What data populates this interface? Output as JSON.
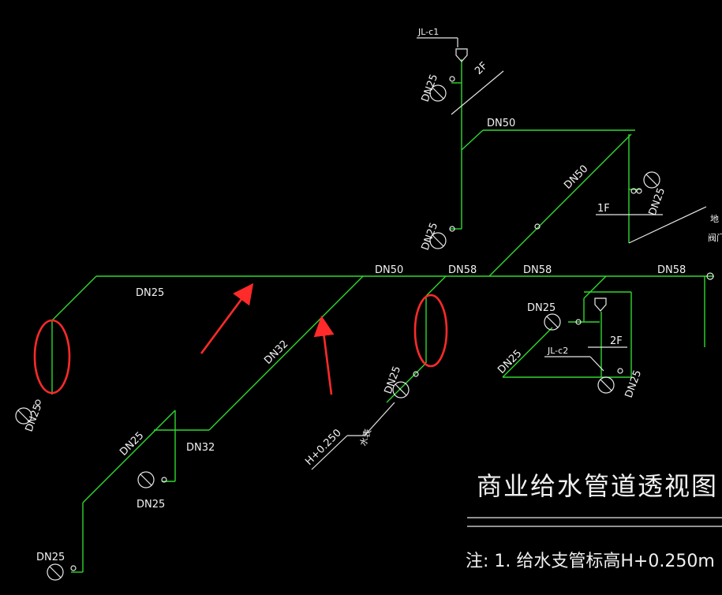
{
  "title": "商业给水管道透视图",
  "note": "注: 1. 给水支管标高H+0.250m",
  "risers": [
    "JL-c1",
    "JL-c2"
  ],
  "floors": [
    "2F",
    "1F",
    "2F"
  ],
  "elevation": "H+0.250",
  "elevation_tag": "水表",
  "pipe_labels": {
    "dn50_top": "DN50",
    "dn50_diag": "DN50",
    "dn25_main": "DN25",
    "dn50_main": "DN50",
    "dn58_a": "DN58",
    "dn58_b": "DN58",
    "dn58_c": "DN58",
    "dn32_diag": "DN32",
    "dn32_h": "DN32",
    "dn25_left_diag": "DN25",
    "dn25_right_diag": "DN25"
  },
  "meter_labels": {
    "m_top": "DN25",
    "m_mid": "DN25",
    "m_right_top": "DN25",
    "m_left": "DN25",
    "m_center": "DN25",
    "m_lower": "DN25",
    "m_bottom": "DN25",
    "m_right_b1": "DN25",
    "m_right_b2": "DN25"
  },
  "edge_text": [
    "地",
    "阀门"
  ],
  "colors": {
    "pipe": "#2fd82f",
    "annotation": "#e8e8e8",
    "highlight": "#ff2a2a",
    "background": "#000000"
  }
}
